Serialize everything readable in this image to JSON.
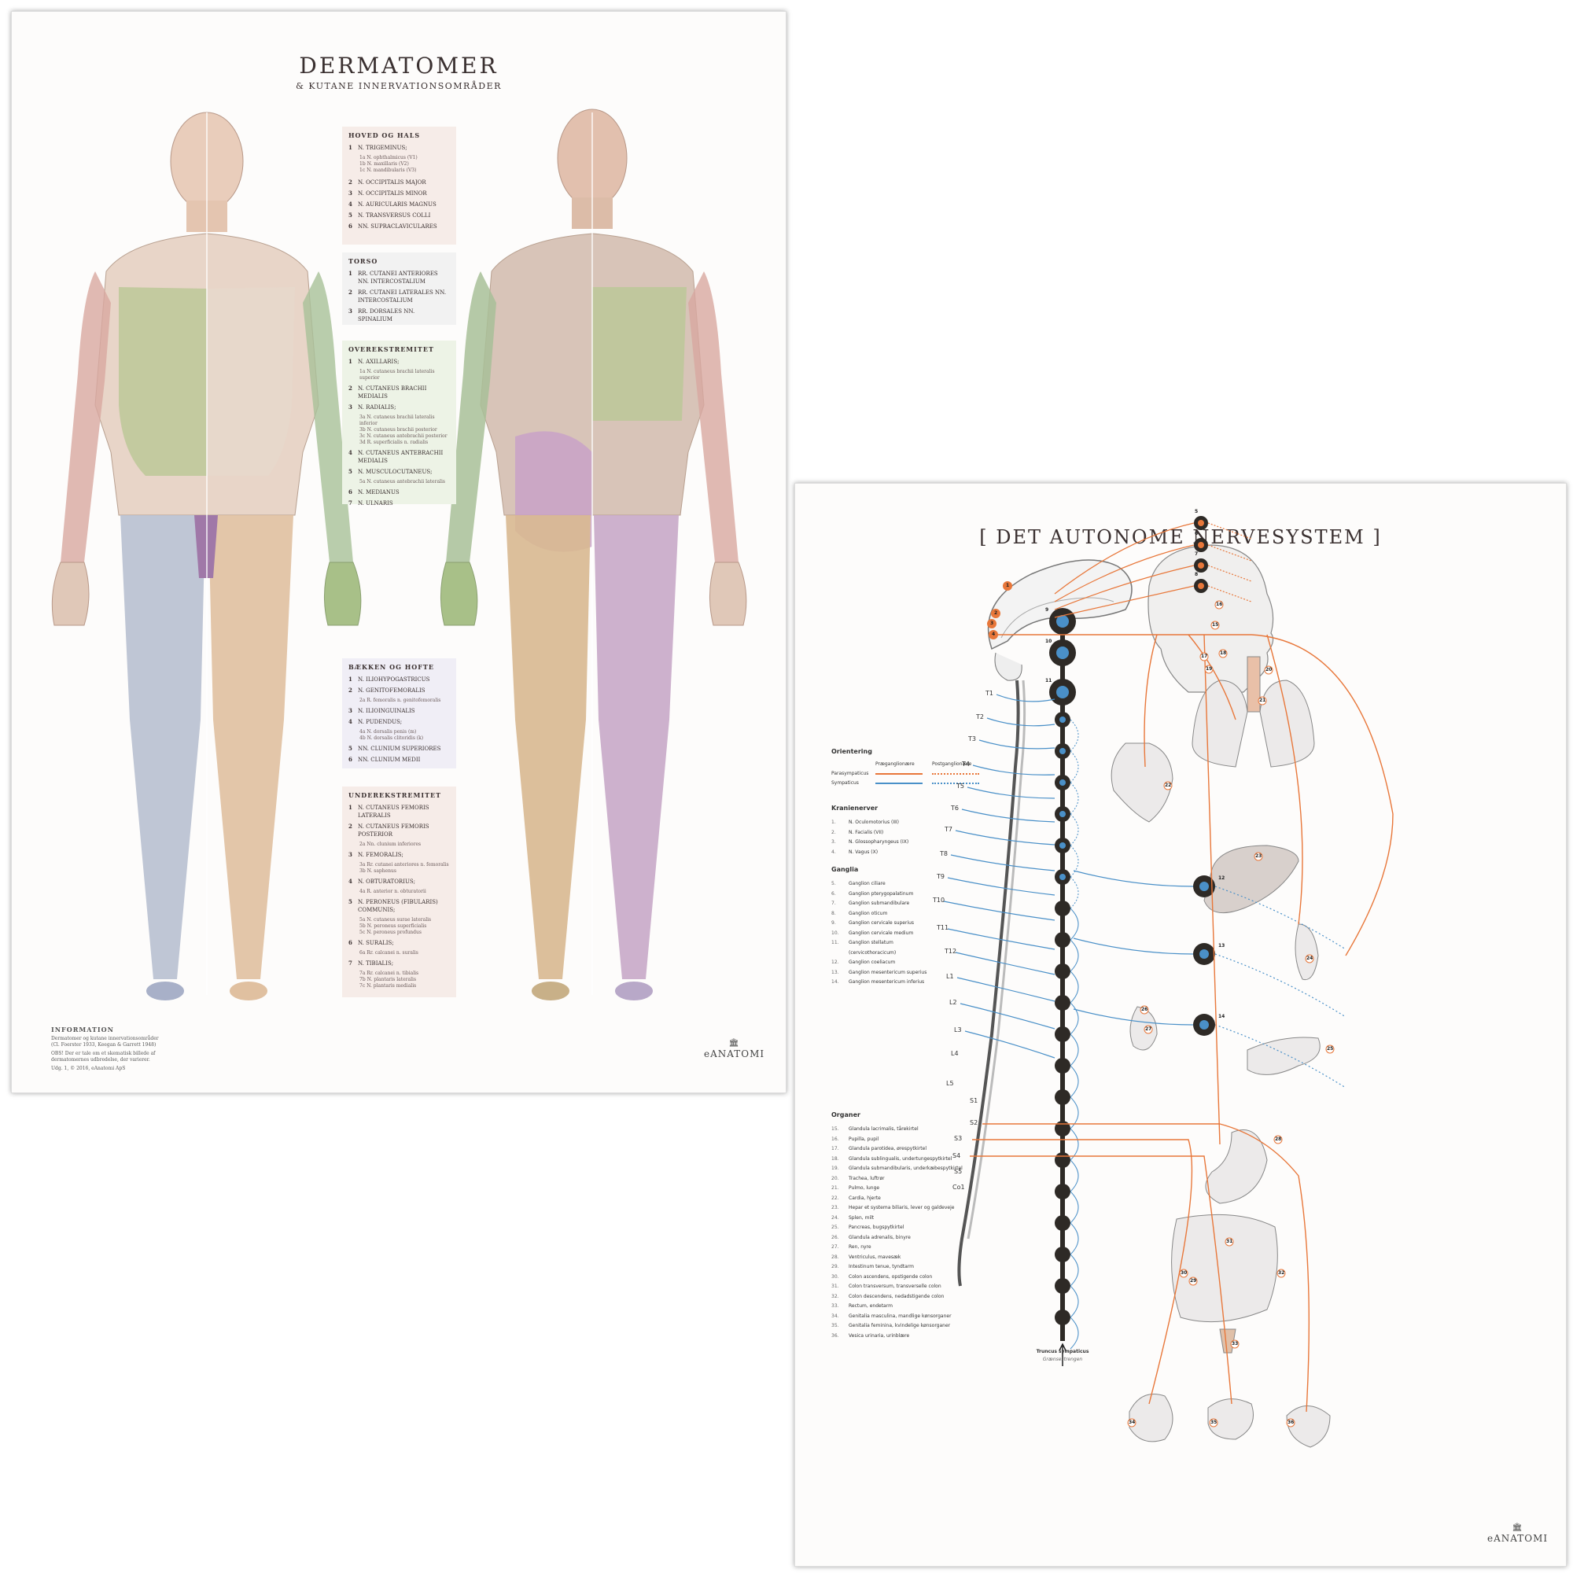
{
  "left": {
    "title": "DERMATOMER",
    "subtitle": "& KUTANE INNERVATIONSOMRÅDER",
    "sections": [
      {
        "heading": "HOVED OG HALS",
        "items": [
          {
            "n": "1",
            "label": "N. TRIGEMINUS;",
            "subs": [
              "1a   N. ophthalmicus (V1)",
              "1b   N. maxillaris (V2)",
              "1c   N. mandibularis (V3)"
            ]
          },
          {
            "n": "2",
            "label": "N. OCCIPITALIS MAJOR",
            "subs": []
          },
          {
            "n": "3",
            "label": "N. OCCIPITALIS MINOR",
            "subs": []
          },
          {
            "n": "4",
            "label": "N. AURICULARIS MAGNUS",
            "subs": []
          },
          {
            "n": "5",
            "label": "N. TRANSVERSUS COLLI",
            "subs": []
          },
          {
            "n": "6",
            "label": "NN. SUPRACLAVICULARES",
            "subs": []
          }
        ]
      },
      {
        "heading": "TORSO",
        "items": [
          {
            "n": "1",
            "label": "RR. CUTANEI ANTERIORES NN. INTERCOSTALIUM",
            "subs": []
          },
          {
            "n": "2",
            "label": "RR. CUTANEI LATERALES NN. INTERCOSTALIUM",
            "subs": []
          },
          {
            "n": "3",
            "label": "RR. DORSALES NN. SPINALIUM",
            "subs": []
          }
        ]
      },
      {
        "heading": "OVEREKSTREMITET",
        "items": [
          {
            "n": "1",
            "label": "N. AXILLARIS;",
            "subs": [
              "1a   N. cutaneus brachii lateralis superior"
            ]
          },
          {
            "n": "2",
            "label": "N. CUTANEUS BRACHII MEDIALIS",
            "subs": []
          },
          {
            "n": "3",
            "label": "N. RADIALIS;",
            "subs": [
              "3a   N. cutaneus brachii lateralis inferior",
              "3b   N. cutaneus brachii posterior",
              "3c   N. cutaneus antebrachii posterior",
              "3d   R. superficialis n. radialis"
            ]
          },
          {
            "n": "4",
            "label": "N. CUTANEUS ANTEBRACHII MEDIALIS",
            "subs": []
          },
          {
            "n": "5",
            "label": "N. MUSCULOCUTANEUS;",
            "subs": [
              "5a   N. cutaneus antebrachii lateralis"
            ]
          },
          {
            "n": "6",
            "label": "N. MEDIANUS",
            "subs": []
          },
          {
            "n": "7",
            "label": "N. ULNARIS",
            "subs": []
          }
        ]
      },
      {
        "heading": "BÆKKEN OG HOFTE",
        "items": [
          {
            "n": "1",
            "label": "N. ILIOHYPOGASTRICUS",
            "subs": []
          },
          {
            "n": "2",
            "label": "N. GENITOFEMORALIS",
            "subs": [
              "2a   R. femoralis n. genitofemoralis"
            ]
          },
          {
            "n": "3",
            "label": "N. ILIOINGUINALIS",
            "subs": []
          },
          {
            "n": "4",
            "label": "N. PUDENDUS;",
            "subs": [
              "4a   N. dorsalis penis (m)",
              "4b   N. dorsalis clitoridis (k)"
            ]
          },
          {
            "n": "5",
            "label": "NN. CLUNIUM SUPERIORES",
            "subs": []
          },
          {
            "n": "6",
            "label": "NN. CLUNIUM MEDII",
            "subs": []
          }
        ]
      },
      {
        "heading": "UNDEREKSTREMITET",
        "items": [
          {
            "n": "1",
            "label": "N. CUTANEUS FEMORIS LATERALIS",
            "subs": []
          },
          {
            "n": "2",
            "label": "N. CUTANEUS FEMORIS POSTERIOR",
            "subs": [
              "2a   Nn. clunium inferiores"
            ]
          },
          {
            "n": "3",
            "label": "N. FEMORALIS;",
            "subs": [
              "3a   Rr. cutanei anteriores n. femoralis",
              "3b   N. saphenus"
            ]
          },
          {
            "n": "4",
            "label": "N. OBTURATORIUS;",
            "subs": [
              "4a   R. anterior n. obturatorii"
            ]
          },
          {
            "n": "5",
            "label": "N. PERONEUS (FIBULARIS) COMMUNIS;",
            "subs": [
              "5a   N. cutaneus surae lateralis",
              "5b   N. peroneus superficialis",
              "5c   N. peroneus profundus"
            ]
          },
          {
            "n": "6",
            "label": "N. SURALIS;",
            "subs": [
              "6a   Rr. calcanei n. suralis"
            ]
          },
          {
            "n": "7",
            "label": "N. TIBIALIS;",
            "subs": [
              "7a   Rr. calcanei n. tibialis",
              "7b   N. plantaris lateralis",
              "7c   N. plantaris medialis"
            ]
          }
        ]
      }
    ],
    "info_heading": "INFORMATION",
    "info_lines": [
      "Dermatomer og kutane innervationsområder",
      "(Cl. Foerster 1933, Keegan & Garrett 1948)",
      "OBS! Der er tale om et skematisk billede af",
      "dermatomernes udbredelse, der varierer.",
      "Udg. 1, © 2016, eAnatomi ApS"
    ],
    "brand": "eANATOMI"
  },
  "right": {
    "title": "[  DET AUTONOME NERVESYSTEM  ]",
    "orientering": {
      "heading": "Orientering",
      "col_pre": "Præganglionære",
      "col_post": "Postganglionære",
      "rows": [
        "Parasympaticus",
        "Sympaticus"
      ]
    },
    "kranienerver": {
      "heading": "Kranienerver",
      "items": [
        {
          "n": "1.",
          "label": "N. Oculomotorius (III)"
        },
        {
          "n": "2.",
          "label": "N. Facialis (VII)"
        },
        {
          "n": "3.",
          "label": "N. Glossopharyngeus (IX)"
        },
        {
          "n": "4.",
          "label": "N. Vagus (X)"
        }
      ]
    },
    "ganglia": {
      "heading": "Ganglia",
      "items": [
        {
          "n": "5.",
          "label": "Ganglion ciliare"
        },
        {
          "n": "6.",
          "label": "Ganglion pterygopalatinum"
        },
        {
          "n": "7.",
          "label": "Ganglion submandibulare"
        },
        {
          "n": "8.",
          "label": "Ganglion oticum"
        },
        {
          "n": "9.",
          "label": "Ganglion cervicale superius"
        },
        {
          "n": "10.",
          "label": "Ganglion cervicale medium"
        },
        {
          "n": "11.",
          "label": "Ganglion stellatum"
        },
        {
          "n": "",
          "label": "(cervicothoracicum)"
        },
        {
          "n": "12.",
          "label": "Ganglion coeliacum"
        },
        {
          "n": "13.",
          "label": "Ganglion mesentericum superius"
        },
        {
          "n": "14.",
          "label": "Ganglion mesentericum inferius"
        }
      ]
    },
    "organer": {
      "heading": "Organer",
      "items": [
        {
          "n": "15.",
          "label": "Glandula lacrimalis, tårekirtel"
        },
        {
          "n": "16.",
          "label": "Pupilla, pupil"
        },
        {
          "n": "17.",
          "label": "Glandula parotidea, ørespytkirtel"
        },
        {
          "n": "18.",
          "label": "Glandula sublingualis, undertungespytkirtel"
        },
        {
          "n": "19.",
          "label": "Glandula submandibularis, underkæbespytkirtel"
        },
        {
          "n": "20.",
          "label": "Trachea, luftrør"
        },
        {
          "n": "21.",
          "label": "Pulmo, lunge"
        },
        {
          "n": "22.",
          "label": "Cardia, hjerte"
        },
        {
          "n": "23.",
          "label": "Hepar et systema biliaris, lever og galdeveje"
        },
        {
          "n": "24.",
          "label": "Splen, milt"
        },
        {
          "n": "25.",
          "label": "Pancreas, bugspytkirtel"
        },
        {
          "n": "26.",
          "label": "Glandula adrenalis, binyre"
        },
        {
          "n": "27.",
          "label": "Ren, nyre"
        },
        {
          "n": "28.",
          "label": "Ventriculus, mavesæk"
        },
        {
          "n": "29.",
          "label": "Intestinum tenue, tyndtarm"
        },
        {
          "n": "30.",
          "label": "Colon ascendens, opstigende colon"
        },
        {
          "n": "31.",
          "label": "Colon transversum, transverselle colon"
        },
        {
          "n": "32.",
          "label": "Colon descendens, nedadstigende colon"
        },
        {
          "n": "33.",
          "label": "Rectum, endetarm"
        },
        {
          "n": "34.",
          "label": "Genitalia masculina, mandlige kønsorganer"
        },
        {
          "n": "35.",
          "label": "Genitalia feminina, kvindelige kønsorganer"
        },
        {
          "n": "36.",
          "label": "Vesica urinaria, urinblære"
        }
      ]
    },
    "segments": [
      "T1",
      "T2",
      "T3",
      "T4",
      "T5",
      "T6",
      "T7",
      "T8",
      "T9",
      "T10",
      "T11",
      "T12",
      "L1",
      "L2",
      "L3",
      "L4",
      "L5",
      "S1",
      "S2",
      "S3",
      "S4",
      "S5",
      "Co1"
    ],
    "chain_numbers": [
      "9",
      "10",
      "11"
    ],
    "ganglion_numbers": [
      "12",
      "13",
      "14"
    ],
    "head_numbers": [
      "5",
      "6",
      "7",
      "8"
    ],
    "cranial_numbers": [
      "1",
      "2",
      "3",
      "4"
    ],
    "organ_numbers": [
      "15",
      "16",
      "17",
      "18",
      "19",
      "20",
      "21",
      "22",
      "23",
      "24",
      "25",
      "26",
      "27",
      "28",
      "29",
      "30",
      "31",
      "32",
      "33",
      "34",
      "35",
      "36"
    ],
    "truncus_label": "Truncus sympaticus",
    "truncus_sub": "Grænsestrengen",
    "brand": "eANATOMI"
  },
  "colors": {
    "parasympathetic": "#e8773a",
    "sympathetic": "#4a90c8",
    "chain": "#2e2a26"
  }
}
